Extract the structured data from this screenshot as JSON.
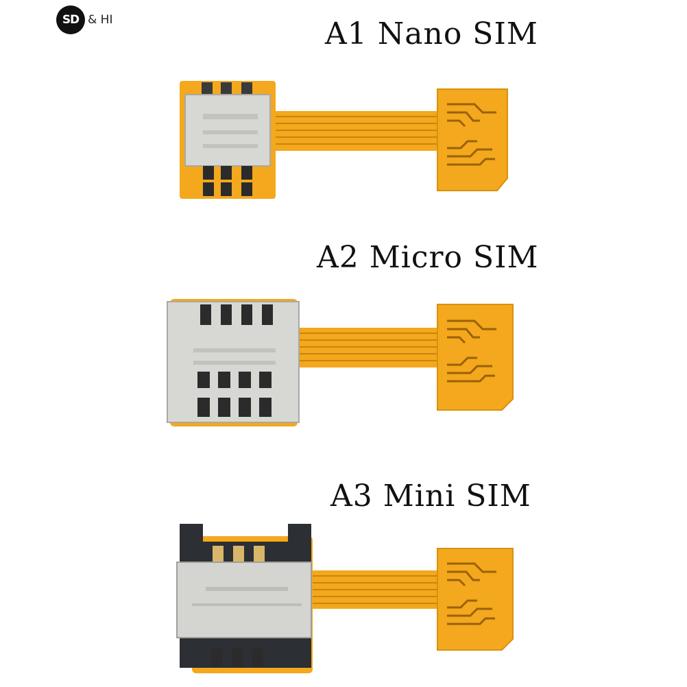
{
  "logo": {
    "circle_text": "SD",
    "text": "& HI"
  },
  "products": [
    {
      "label": "A1 Nano SIM"
    },
    {
      "label": "A2 Micro SIM"
    },
    {
      "label": "A3 Mini SIM"
    }
  ],
  "colors": {
    "flex_cable": "#f3a81d",
    "trace": "#c9840c",
    "metal": "#d4d4d0",
    "dark_housing": "#2c2f33"
  }
}
